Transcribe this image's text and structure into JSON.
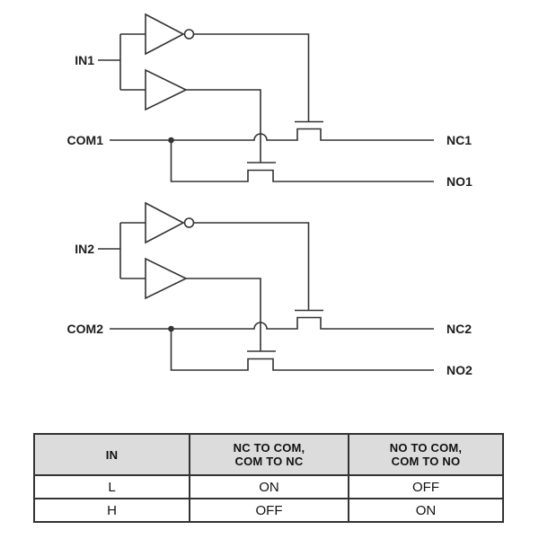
{
  "figure": {
    "channels": [
      {
        "in": "IN1",
        "com": "COM1",
        "nc": "NC1",
        "no": "NO1"
      },
      {
        "in": "IN2",
        "com": "COM2",
        "nc": "NC2",
        "no": "NO2"
      }
    ]
  },
  "truth_table": {
    "headers": [
      "IN",
      "NC TO COM,\nCOM TO NC",
      "NO TO COM,\nCOM TO NO"
    ],
    "rows": [
      [
        "L",
        "ON",
        "OFF"
      ],
      [
        "H",
        "OFF",
        "ON"
      ]
    ]
  },
  "colors": {
    "line": "#333333",
    "label_text": "#1d1d1d",
    "table_header_bg": "#dcdcdc",
    "table_border": "#333333",
    "background": "#ffffff"
  }
}
